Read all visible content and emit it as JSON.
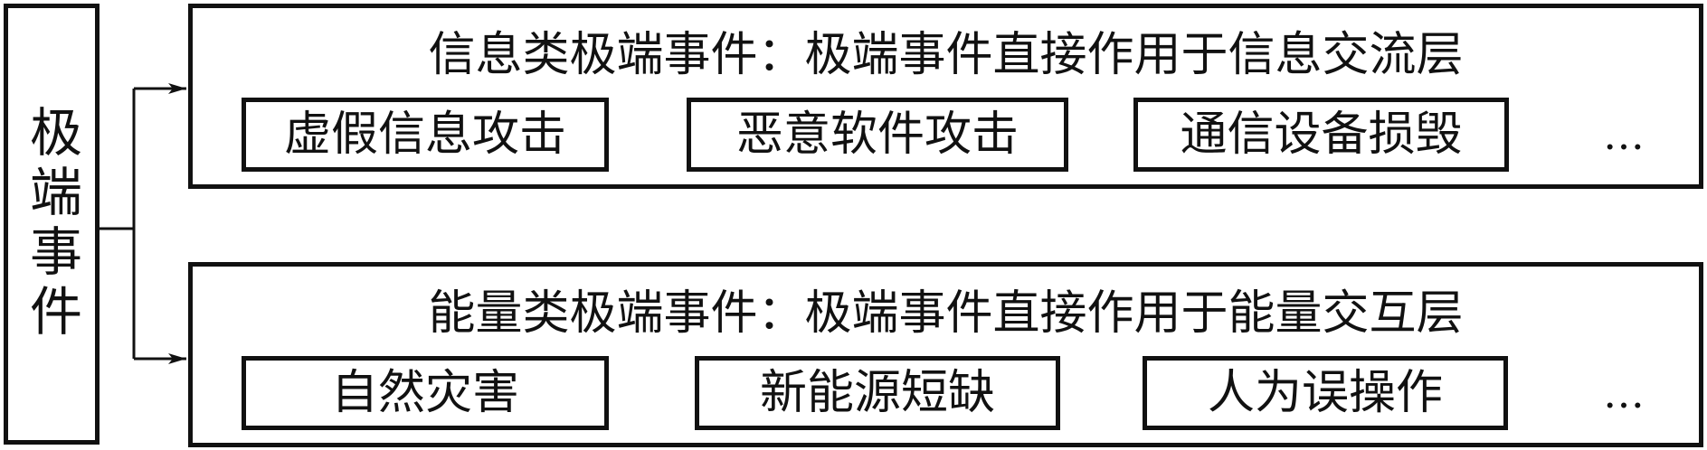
{
  "root": {
    "label": "极端事件"
  },
  "groups": [
    {
      "title": "信息类极端事件：极端事件直接作用于信息交流层",
      "items": [
        "虚假信息攻击",
        "恶意软件攻击",
        "通信设备损毁"
      ],
      "more": "…"
    },
    {
      "title": "能量类极端事件：极端事件直接作用于能量交互层",
      "items": [
        "自然灾害",
        "新能源短缺",
        "人为误操作"
      ],
      "more": "…"
    }
  ],
  "colors": {
    "stroke": "#111111",
    "background": "#ffffff"
  }
}
